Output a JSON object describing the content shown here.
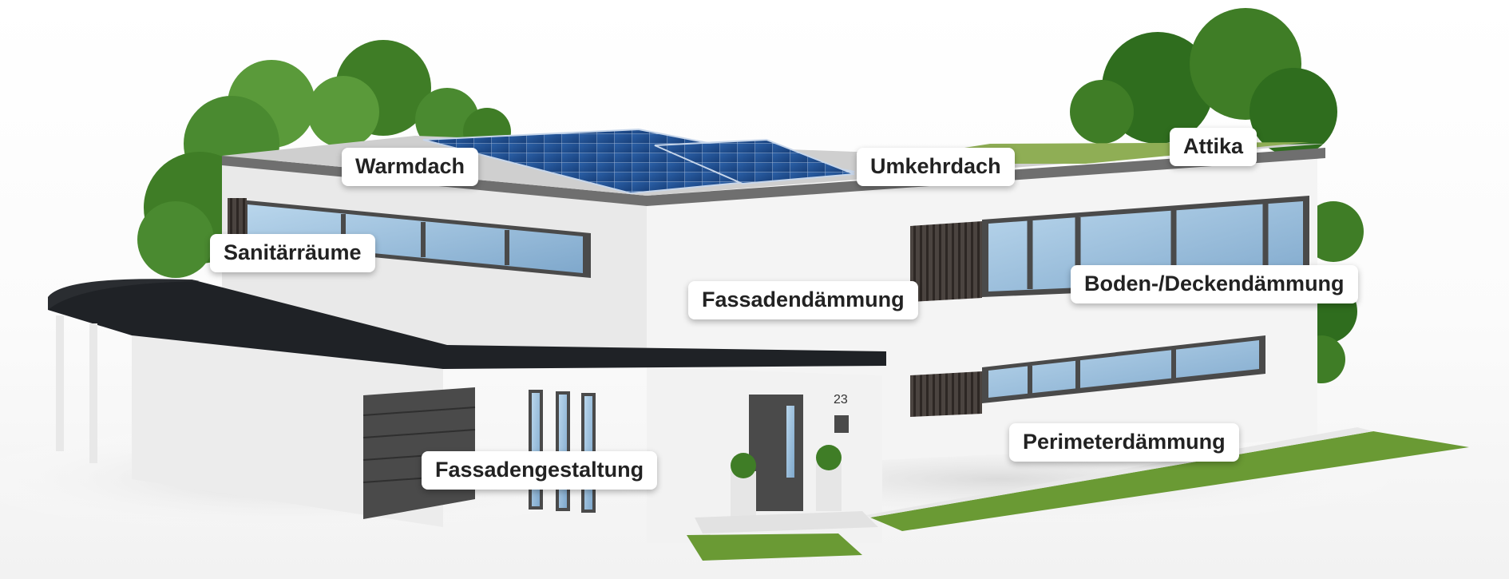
{
  "house_number": "23",
  "labels": [
    {
      "id": "warmdach",
      "text": "Warmdach"
    },
    {
      "id": "umkehrdach",
      "text": "Umkehrdach"
    },
    {
      "id": "attika",
      "text": "Attika"
    },
    {
      "id": "sanitaerraeume",
      "text": "Sanitärräume"
    },
    {
      "id": "fassadendaemmung",
      "text": "Fassadendämmung"
    },
    {
      "id": "boden-deckendaemmung",
      "text": "Boden-/Deckendämmung"
    },
    {
      "id": "perimeterdaemmung",
      "text": "Perimeterdämmung"
    },
    {
      "id": "fassadengestaltung",
      "text": "Fassadengestaltung"
    }
  ],
  "colors": {
    "wall": "#f1f1f1",
    "roof": "#1f2226",
    "window": "#9cc3e0",
    "frame": "#4a4a4a",
    "solar": "#1f4f92",
    "grass": "#6a9a34",
    "tree": "#3d7a24"
  }
}
